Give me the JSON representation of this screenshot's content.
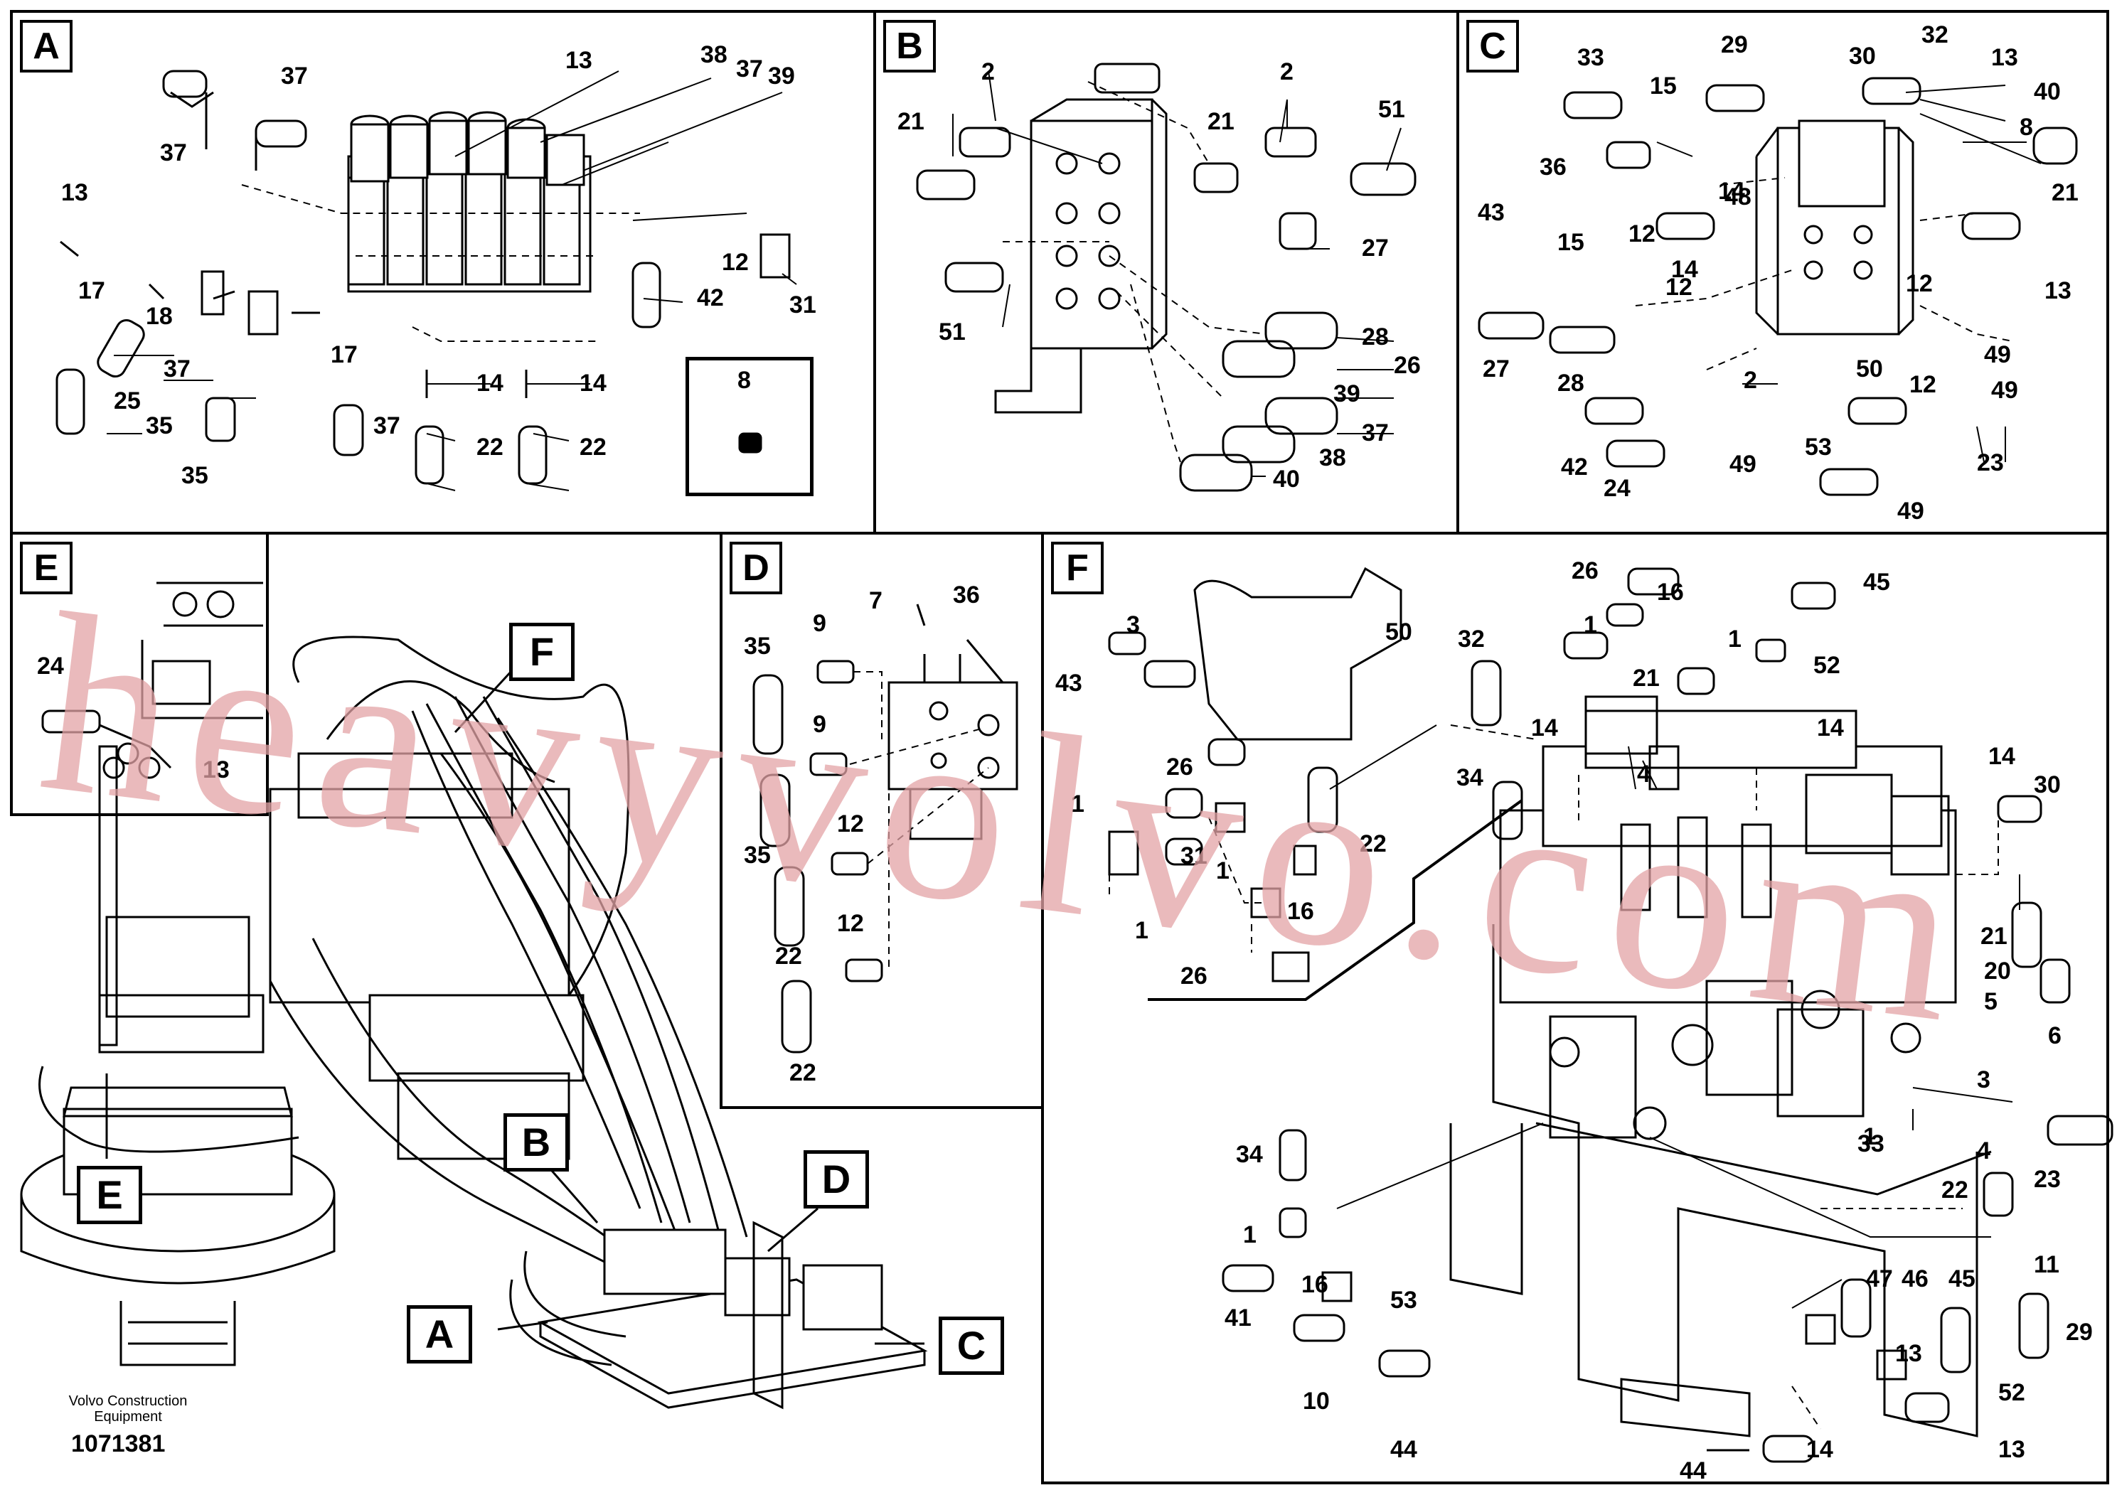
{
  "panels": [
    {
      "id": "A",
      "label": "A"
    },
    {
      "id": "B",
      "label": "B"
    },
    {
      "id": "C",
      "label": "C"
    },
    {
      "id": "D",
      "label": "D"
    },
    {
      "id": "E",
      "label": "E"
    },
    {
      "id": "F",
      "label": "F"
    }
  ],
  "overview_callouts": {
    "a": "A",
    "b": "B",
    "c": "C",
    "d": "D",
    "e": "E",
    "f": "F"
  },
  "inset_part": "8",
  "part_numbers": {
    "A": [
      "13",
      "38",
      "37",
      "39",
      "37",
      "37",
      "13",
      "17",
      "18",
      "37",
      "25",
      "35",
      "35",
      "17",
      "37",
      "14",
      "14",
      "22",
      "22",
      "12",
      "42",
      "31"
    ],
    "B": [
      "2",
      "2",
      "21",
      "21",
      "51",
      "51",
      "27",
      "28",
      "26",
      "39",
      "37",
      "38",
      "40"
    ],
    "C": [
      "33",
      "29",
      "32",
      "13",
      "30",
      "40",
      "15",
      "8",
      "36",
      "14",
      "48",
      "21",
      "43",
      "15",
      "12",
      "12",
      "14",
      "12",
      "13",
      "27",
      "28",
      "2",
      "50",
      "12",
      "49",
      "49",
      "42",
      "24",
      "49",
      "53",
      "23",
      "49"
    ],
    "D": [
      "7",
      "36",
      "9",
      "35",
      "9",
      "12",
      "35",
      "12",
      "22",
      "22"
    ],
    "E": [
      "24",
      "13"
    ],
    "F": [
      "26",
      "45",
      "16",
      "3",
      "1",
      "50",
      "1",
      "32",
      "52",
      "43",
      "21",
      "14",
      "14",
      "26",
      "4",
      "1",
      "34",
      "22",
      "14",
      "30",
      "31",
      "1",
      "16",
      "1",
      "21",
      "26",
      "20",
      "5",
      "6",
      "3",
      "1",
      "33",
      "4",
      "23",
      "34",
      "22",
      "1",
      "11",
      "16",
      "47",
      "46",
      "45",
      "41",
      "53",
      "29",
      "13",
      "10",
      "44",
      "52",
      "44",
      "14",
      "13"
    ]
  },
  "footer": {
    "brand_line1": "Volvo Construction",
    "brand_line2": "Equipment",
    "doc_number": "1071381"
  },
  "watermark": "heavyvolvo.com",
  "colors": {
    "line": "#000000",
    "watermark": "#e3a3a6",
    "background": "#ffffff"
  }
}
